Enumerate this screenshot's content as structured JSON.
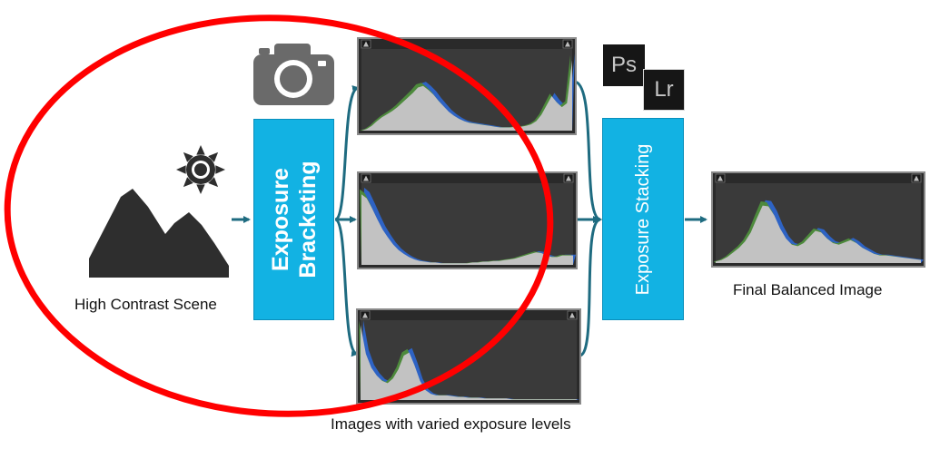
{
  "labels": {
    "scene": "High Contrast Scene",
    "final": "Final Balanced Image",
    "varied": "Images with varied exposure levels"
  },
  "steps": {
    "bracketing_line1": "Exposure",
    "bracketing_line2": "Bracketing",
    "stacking": "Exposure Stacking"
  },
  "apps": {
    "photoshop": "Ps",
    "lightroom": "Lr"
  },
  "icons": [
    "mountain-icon",
    "sun-icon",
    "camera-icon",
    "photoshop-icon",
    "lightroom-icon",
    "clip-warning-icon"
  ],
  "colors": {
    "step_box": "#12b2e3",
    "arrow": "#1e6b80",
    "histogram_bg": "#3a3a3a",
    "luminance": "#c2c2c2",
    "green_channel": "#4d8a3c",
    "blue_channel": "#2e63c4",
    "highlight_ellipse": "#ff0000"
  },
  "histograms": {
    "overexposed": {
      "lum": [
        0,
        0.02,
        0.06,
        0.12,
        0.17,
        0.21,
        0.25,
        0.3,
        0.36,
        0.42,
        0.48,
        0.55,
        0.57,
        0.52,
        0.46,
        0.38,
        0.31,
        0.24,
        0.19,
        0.15,
        0.12,
        0.1,
        0.09,
        0.08,
        0.07,
        0.06,
        0.05,
        0.04,
        0.04,
        0.04,
        0.05,
        0.05,
        0.06,
        0.08,
        0.12,
        0.2,
        0.32,
        0.44,
        0.36,
        0.3,
        0.35,
        0.9
      ]
    },
    "normal": {
      "lum": [
        0.9,
        0.85,
        0.72,
        0.58,
        0.45,
        0.35,
        0.26,
        0.19,
        0.14,
        0.1,
        0.07,
        0.05,
        0.04,
        0.03,
        0.03,
        0.02,
        0.02,
        0.02,
        0.02,
        0.02,
        0.02,
        0.03,
        0.03,
        0.04,
        0.04,
        0.05,
        0.05,
        0.06,
        0.07,
        0.08,
        0.1,
        0.12,
        0.14,
        0.16,
        0.15,
        0.12,
        0.1,
        0.1,
        0.12,
        0.12,
        0.12
      ]
    },
    "underexposed": {
      "lum": [
        0.98,
        0.6,
        0.42,
        0.32,
        0.25,
        0.22,
        0.28,
        0.4,
        0.58,
        0.62,
        0.45,
        0.25,
        0.13,
        0.08,
        0.06,
        0.06,
        0.06,
        0.05,
        0.04,
        0.04,
        0.03,
        0.03,
        0.03,
        0.02,
        0.02,
        0.02,
        0.02,
        0.02,
        0.01,
        0.01,
        0.01,
        0.01,
        0.01,
        0.01,
        0.01,
        0.01,
        0.01,
        0.01,
        0.01,
        0.01,
        0.01
      ]
    },
    "final": {
      "lum": [
        0.02,
        0.04,
        0.08,
        0.14,
        0.2,
        0.28,
        0.4,
        0.58,
        0.75,
        0.74,
        0.62,
        0.45,
        0.32,
        0.24,
        0.22,
        0.26,
        0.34,
        0.42,
        0.4,
        0.32,
        0.26,
        0.24,
        0.27,
        0.3,
        0.26,
        0.2,
        0.16,
        0.12,
        0.1,
        0.1,
        0.09,
        0.08,
        0.07,
        0.06,
        0.05,
        0.04
      ]
    }
  }
}
